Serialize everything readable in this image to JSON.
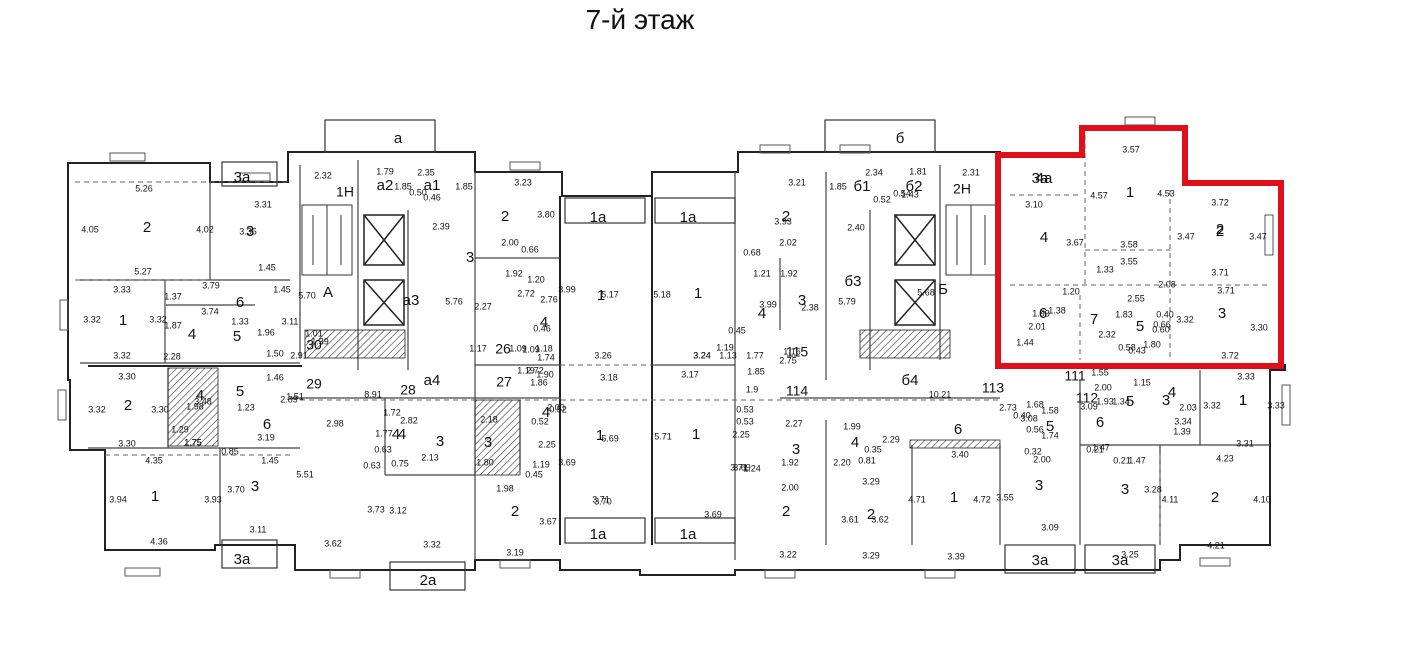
{
  "title": "7-й этаж",
  "highlight_color": "#e0101b",
  "rooms": [
    "а",
    "б",
    "1а",
    "1а",
    "1а",
    "1а",
    "2а",
    "3а",
    "3а",
    "3а",
    "3а",
    "3а",
    "2",
    "3",
    "1",
    "6",
    "4",
    "5",
    "2",
    "4",
    "5",
    "6",
    "1",
    "3",
    "4",
    "3",
    "2",
    "3",
    "4",
    "1",
    "4",
    "2",
    "3",
    "1",
    "4",
    "3",
    "а3",
    "А",
    "а2",
    "а1",
    "а4",
    "б4",
    "б1",
    "б2",
    "б3",
    "Б",
    "2",
    "1",
    "1",
    "4",
    "3",
    "2",
    "4",
    "2",
    "1",
    "3",
    "6",
    "5",
    "3",
    "2",
    "1",
    "3",
    "4",
    "5",
    "6",
    "1",
    "2",
    "4а",
    "1",
    "4",
    "2",
    "6",
    "7",
    "5",
    "3"
  ],
  "labels": [
    "5.26",
    "4.05",
    "4.02",
    "5.27",
    "3.31",
    "3.35",
    "3.33",
    "3.32",
    "3.32",
    "3.32",
    "3.79",
    "3.74",
    "1.45",
    "1.45",
    "1.37",
    "1.87",
    "2.28",
    "1.33",
    "1.96",
    "3.11",
    "1.50",
    "3.30",
    "3.30",
    "3.32",
    "3.30",
    "1.75",
    "3.48",
    "1.98",
    "1.23",
    "1.75",
    "1.29",
    "4.35",
    "3.94",
    "3.93",
    "4.36",
    "3.70",
    "3.11",
    "3.19",
    "1.45",
    "0.85",
    "2.32",
    "2.35",
    "1.79",
    "1.85",
    "1.85",
    "0.50",
    "0.46",
    "2.39",
    "5.70",
    "5.76",
    "1.01",
    "1.39",
    "2.91",
    "1.46",
    "2.89",
    "1.51",
    "8.91",
    "1.72",
    "2.98",
    "5.51",
    "1.77",
    "0.63",
    "0.63",
    "3.73",
    "2.82",
    "0.75",
    "2.13",
    "3.12",
    "3.62",
    "3.32",
    "3.23",
    "3.80",
    "2.00",
    "0.66",
    "1.92",
    "1.20",
    "2.27",
    "2.72",
    "2.76",
    "3.99",
    "0.46",
    "1.17",
    "1.18",
    "1.09",
    "1.74",
    "1.09",
    "2.72",
    "1.19",
    "1.90",
    "1.86",
    "2.18",
    "1.80",
    "1.19",
    "0.45",
    "1.98",
    "2.25",
    "3.69",
    "3.67",
    "3.19",
    "3.70",
    "5.17",
    "3.26",
    "3.18",
    "2.00",
    "0.52",
    "0.52",
    "5.69",
    "3.71",
    "3.21",
    "3.93",
    "2.02",
    "1.92",
    "2.38",
    "1.21",
    "3.99",
    "0.68",
    "0.45",
    "1.19",
    "1.13",
    "1.77",
    "1.16",
    "2.75",
    "1.85",
    "1.9",
    "2.27",
    "0.53",
    "0.53",
    "2.25",
    "1.24",
    "1.92",
    "2.00",
    "3.69",
    "3.22",
    "3.71",
    "3.69",
    "3.17",
    "5.71",
    "5.18",
    "3.24",
    "3.24",
    "2.34",
    "1.81",
    "1.85",
    "0.54",
    "0.52",
    "1.43",
    "2.40",
    "5.79",
    "5.68",
    "2.31",
    "10.21",
    "1.99",
    "0.35",
    "2.29",
    "0.81",
    "2.20",
    "3.29",
    "3.61",
    "3.62",
    "3.29",
    "4.71",
    "4.72",
    "3.40",
    "3.39",
    "3.55",
    "3.09",
    "3.08",
    "2.73",
    "0.40",
    "1.58",
    "1.68",
    "0.56",
    "1.74",
    "0.32",
    "2.00",
    "3.57",
    "4.57",
    "4.53",
    "3.10",
    "3.67",
    "3.58",
    "3.55",
    "3.72",
    "3.47",
    "3.47",
    "3.71",
    "3.71",
    "2.08",
    "1.33",
    "1.20",
    "1.93",
    "2.01",
    "1.38",
    "1.44",
    "2.55",
    "1.83",
    "0.40",
    "0.60",
    "3.32",
    "3.30",
    "3.72",
    "2.32",
    "0.58",
    "0.43",
    "1.80",
    "0.66",
    "1.55",
    "1.15",
    "1.93",
    "2.00",
    "3.09",
    "1.34",
    "2.03",
    "3.34",
    "1.47",
    "0.21",
    "1.47",
    "0.21",
    "3.25",
    "3.28",
    "3.33",
    "3.32",
    "3.33",
    "3.31",
    "1.39",
    "4.23",
    "4.11",
    "4.10",
    "4.21"
  ],
  "markers": [
    "1Н",
    "2Н",
    "30",
    "29",
    "28",
    "27",
    "26",
    "115",
    "114",
    "113",
    "111",
    "112"
  ]
}
